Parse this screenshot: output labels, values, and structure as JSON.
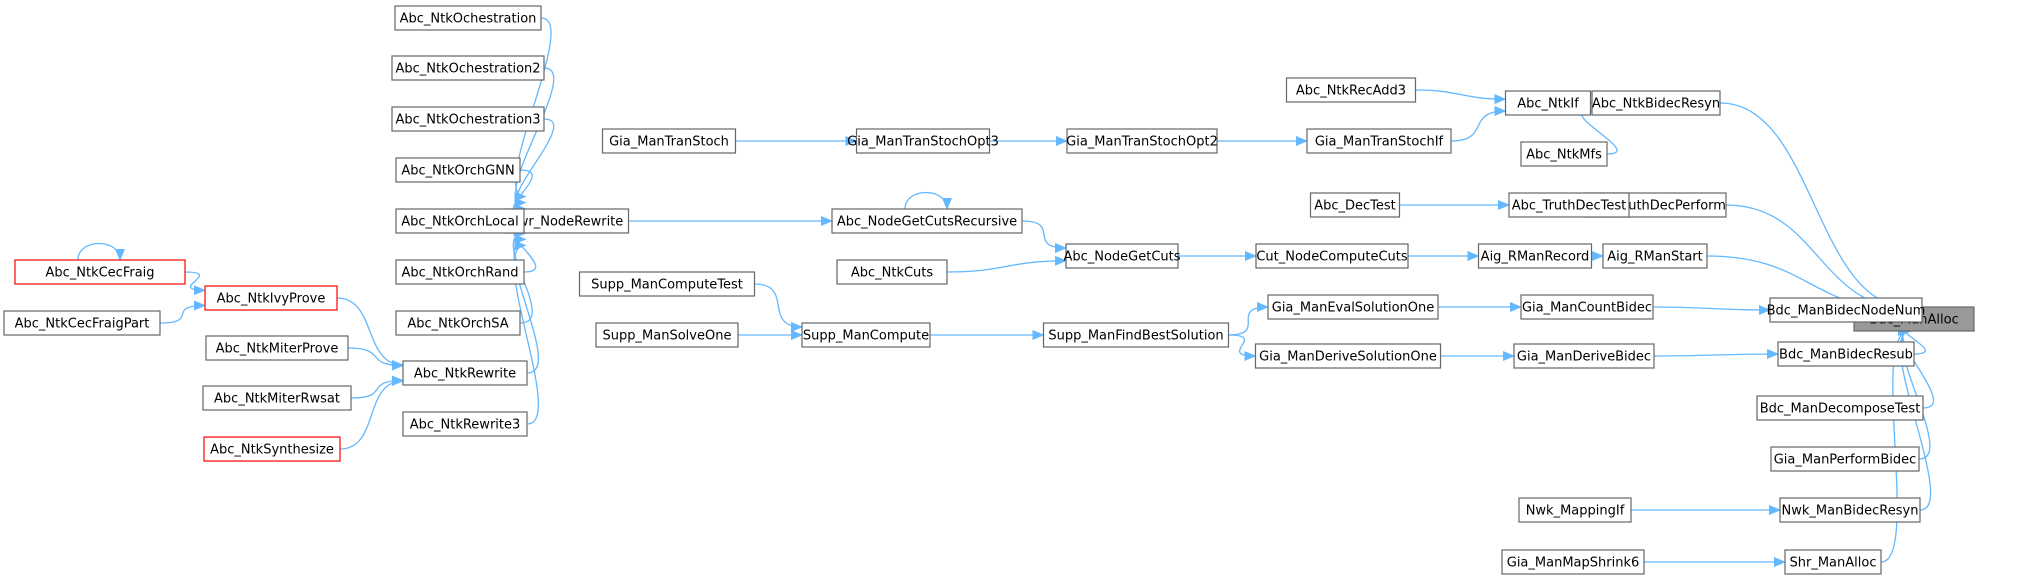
{
  "diagram": {
    "type": "call-graph",
    "colors": {
      "edge": "#63b8ff",
      "node_border": "#666666",
      "truncated_border": "#ff0000",
      "root_fill": "#999999"
    },
    "nodes": [
      {
        "id": "n0",
        "label": "Bdc_ManAlloc",
        "kind": "root"
      },
      {
        "id": "n1",
        "label": "Abc_NtkBidecResyn",
        "kind": "normal"
      },
      {
        "id": "n2",
        "label": "Abc_NtkIf",
        "kind": "normal"
      },
      {
        "id": "n3",
        "label": "Abc_NtkRecAdd3",
        "kind": "normal"
      },
      {
        "id": "n4",
        "label": "Gia_ManTranStochIf",
        "kind": "normal"
      },
      {
        "id": "n5",
        "label": "Gia_ManTranStochOpt2",
        "kind": "normal"
      },
      {
        "id": "n6",
        "label": "Gia_ManTranStochOpt3",
        "kind": "normal"
      },
      {
        "id": "n7",
        "label": "Gia_ManTranStoch",
        "kind": "normal"
      },
      {
        "id": "n8",
        "label": "Abc_NtkMfs",
        "kind": "normal"
      },
      {
        "id": "n9",
        "label": "Abc_TruthDecPerform",
        "kind": "normal"
      },
      {
        "id": "n10",
        "label": "Abc_TruthDecTest",
        "kind": "normal"
      },
      {
        "id": "n11",
        "label": "Abc_DecTest",
        "kind": "normal"
      },
      {
        "id": "n12",
        "label": "Aig_RManStart",
        "kind": "normal"
      },
      {
        "id": "n13",
        "label": "Aig_RManRecord",
        "kind": "normal"
      },
      {
        "id": "n14",
        "label": "Cut_NodeComputeCuts",
        "kind": "normal"
      },
      {
        "id": "n15",
        "label": "Abc_NodeGetCuts",
        "kind": "normal"
      },
      {
        "id": "n16",
        "label": "Abc_NodeGetCutsRecursive",
        "kind": "normal"
      },
      {
        "id": "n17",
        "label": "Rwr_NodeRewrite",
        "kind": "normal"
      },
      {
        "id": "n18",
        "label": "Abc_NtkOchestration",
        "kind": "normal"
      },
      {
        "id": "n19",
        "label": "Abc_NtkOchestration2",
        "kind": "normal"
      },
      {
        "id": "n20",
        "label": "Abc_NtkOchestration3",
        "kind": "normal"
      },
      {
        "id": "n21",
        "label": "Abc_NtkOrchGNN",
        "kind": "normal"
      },
      {
        "id": "n22",
        "label": "Abc_NtkOrchLocal",
        "kind": "normal"
      },
      {
        "id": "n23",
        "label": "Abc_NtkOrchRand",
        "kind": "normal"
      },
      {
        "id": "n24",
        "label": "Abc_NtkOrchSA",
        "kind": "normal"
      },
      {
        "id": "n25",
        "label": "Abc_NtkRewrite",
        "kind": "normal"
      },
      {
        "id": "n26",
        "label": "Abc_NtkIvyProve",
        "kind": "truncated"
      },
      {
        "id": "n27",
        "label": "Abc_NtkCecFraig",
        "kind": "truncated"
      },
      {
        "id": "n28",
        "label": "Abc_NtkCecFraigPart",
        "kind": "normal"
      },
      {
        "id": "n29",
        "label": "Abc_NtkMiterProve",
        "kind": "normal"
      },
      {
        "id": "n30",
        "label": "Abc_NtkMiterRwsat",
        "kind": "normal"
      },
      {
        "id": "n31",
        "label": "Abc_NtkSynthesize",
        "kind": "truncated"
      },
      {
        "id": "n32",
        "label": "Abc_NtkRewrite3",
        "kind": "normal"
      },
      {
        "id": "n33",
        "label": "Abc_NtkCuts",
        "kind": "normal"
      },
      {
        "id": "n34",
        "label": "Bdc_ManBidecNodeNum",
        "kind": "normal"
      },
      {
        "id": "n35",
        "label": "Gia_ManCountBidec",
        "kind": "normal"
      },
      {
        "id": "n36",
        "label": "Gia_ManEvalSolutionOne",
        "kind": "normal"
      },
      {
        "id": "n37",
        "label": "Supp_ManFindBestSolution",
        "kind": "normal"
      },
      {
        "id": "n38",
        "label": "Supp_ManCompute",
        "kind": "normal"
      },
      {
        "id": "n39",
        "label": "Supp_ManComputeTest",
        "kind": "normal"
      },
      {
        "id": "n40",
        "label": "Supp_ManSolveOne",
        "kind": "normal"
      },
      {
        "id": "n41",
        "label": "Bdc_ManBidecResub",
        "kind": "normal"
      },
      {
        "id": "n42",
        "label": "Gia_ManDeriveBidec",
        "kind": "normal"
      },
      {
        "id": "n43",
        "label": "Gia_ManDeriveSolutionOne",
        "kind": "normal"
      },
      {
        "id": "n44",
        "label": "Bdc_ManDecomposeTest",
        "kind": "normal"
      },
      {
        "id": "n45",
        "label": "Gia_ManPerformBidec",
        "kind": "normal"
      },
      {
        "id": "n46",
        "label": "Nwk_ManBidecResyn",
        "kind": "normal"
      },
      {
        "id": "n47",
        "label": "Nwk_MappingIf",
        "kind": "normal"
      },
      {
        "id": "n48",
        "label": "Shr_ManAlloc",
        "kind": "normal"
      },
      {
        "id": "n49",
        "label": "Gia_ManMapShrink6",
        "kind": "normal"
      }
    ],
    "edges": [
      [
        "n1",
        "n0"
      ],
      [
        "n2",
        "n1"
      ],
      [
        "n3",
        "n2"
      ],
      [
        "n4",
        "n2"
      ],
      [
        "n5",
        "n4"
      ],
      [
        "n6",
        "n5"
      ],
      [
        "n7",
        "n6"
      ],
      [
        "n8",
        "n1"
      ],
      [
        "n9",
        "n0"
      ],
      [
        "n10",
        "n9"
      ],
      [
        "n11",
        "n10"
      ],
      [
        "n12",
        "n0"
      ],
      [
        "n13",
        "n12"
      ],
      [
        "n14",
        "n13"
      ],
      [
        "n15",
        "n14"
      ],
      [
        "n16",
        "n15"
      ],
      [
        "n16",
        "n16"
      ],
      [
        "n17",
        "n16"
      ],
      [
        "n18",
        "n17"
      ],
      [
        "n19",
        "n17"
      ],
      [
        "n20",
        "n17"
      ],
      [
        "n21",
        "n17"
      ],
      [
        "n22",
        "n17"
      ],
      [
        "n23",
        "n17"
      ],
      [
        "n24",
        "n17"
      ],
      [
        "n25",
        "n17"
      ],
      [
        "n32",
        "n17"
      ],
      [
        "n26",
        "n25"
      ],
      [
        "n27",
        "n26"
      ],
      [
        "n27",
        "n27"
      ],
      [
        "n28",
        "n26"
      ],
      [
        "n29",
        "n25"
      ],
      [
        "n30",
        "n25"
      ],
      [
        "n31",
        "n25"
      ],
      [
        "n33",
        "n15"
      ],
      [
        "n34",
        "n0"
      ],
      [
        "n35",
        "n34"
      ],
      [
        "n36",
        "n35"
      ],
      [
        "n37",
        "n36"
      ],
      [
        "n38",
        "n37"
      ],
      [
        "n39",
        "n38"
      ],
      [
        "n40",
        "n38"
      ],
      [
        "n41",
        "n0"
      ],
      [
        "n42",
        "n41"
      ],
      [
        "n43",
        "n42"
      ],
      [
        "n37",
        "n43"
      ],
      [
        "n44",
        "n0"
      ],
      [
        "n45",
        "n0"
      ],
      [
        "n46",
        "n0"
      ],
      [
        "n47",
        "n46"
      ],
      [
        "n48",
        "n0"
      ],
      [
        "n49",
        "n48"
      ]
    ]
  }
}
